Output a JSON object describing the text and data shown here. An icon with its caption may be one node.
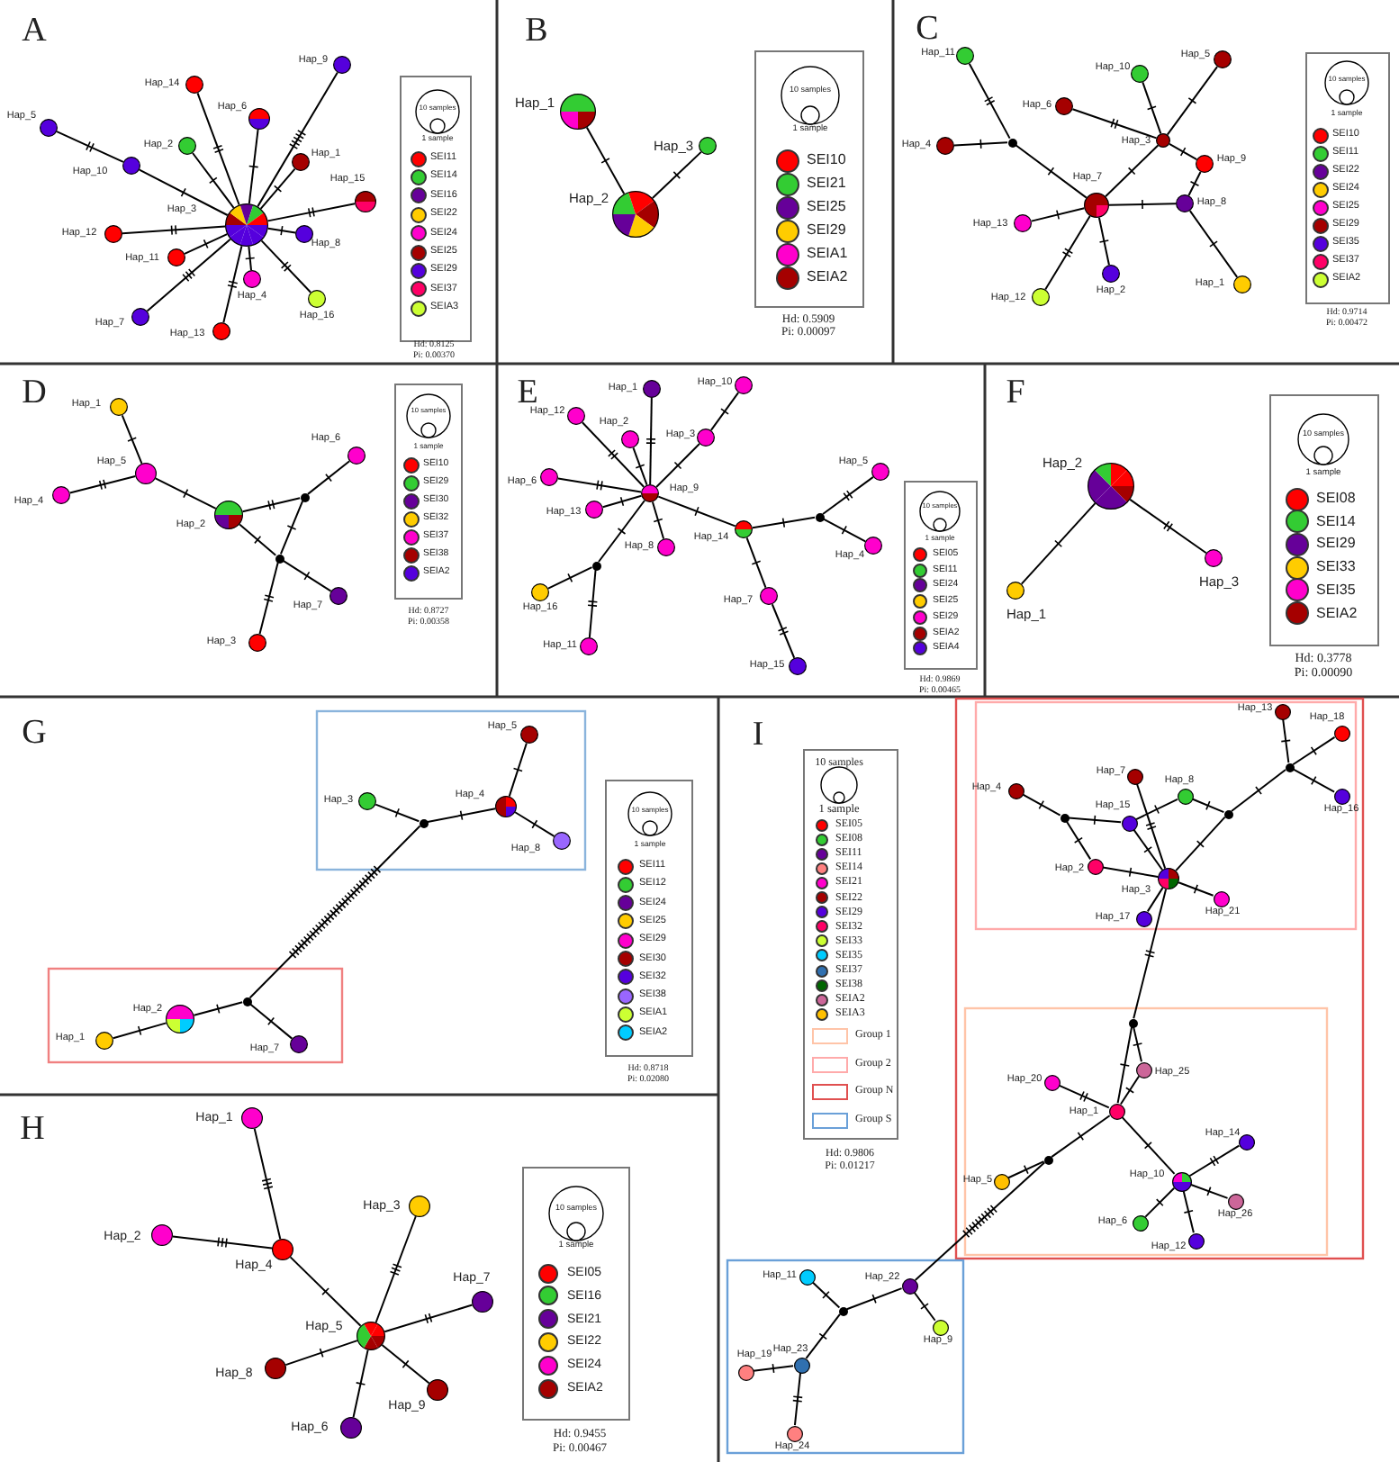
{
  "diagram": {
    "nodes": [
      {
        "text": [
          "Hap_3"
        ]
      },
      {
        "text": [
          "Hap_9"
        ]
      },
      {
        "text": [
          "Hap_14"
        ]
      },
      {
        "text": [
          "Hap_6"
        ]
      },
      {
        "text": [
          "Hap_5"
        ]
      },
      {
        "text": [
          "Hap_10"
        ]
      },
      {
        "text": [
          "Hap_2"
        ]
      },
      {
        "text": [
          "Hap_1"
        ]
      },
      {
        "text": [
          "Hap_15"
        ]
      },
      {
        "text": [
          "Hap_12"
        ]
      },
      {
        "text": [
          "Hap_8"
        ]
      },
      {
        "text": [
          "Hap_11"
        ]
      },
      {
        "text": [
          "Hap_4"
        ]
      },
      {
        "text": [
          "Hap_16"
        ]
      },
      {
        "text": [
          "Hap_7"
        ]
      },
      {
        "text": [
          "Hap_13"
        ]
      },
      {
        "text": [
          "Hap_1"
        ]
      },
      {
        "text": [
          "Hap_2"
        ]
      },
      {
        "text": [
          "Hap_3"
        ]
      },
      {
        "text": [
          "Hap_11"
        ]
      },
      {
        "text": [
          "Hap_5"
        ]
      },
      {
        "text": [
          "Hap_10"
        ]
      },
      {
        "text": [
          "Hap_6"
        ]
      },
      {
        "text": [
          "Hap_3"
        ]
      },
      {
        "text": [],
        "shape": "circle"
      },
      {
        "text": [
          "Hap_4"
        ]
      },
      {
        "text": [
          "Hap_9"
        ]
      },
      {
        "text": [
          "Hap_7"
        ]
      },
      {
        "text": [
          "Hap_8"
        ]
      },
      {
        "text": [
          "Hap_13"
        ]
      },
      {
        "text": [
          "Hap_2"
        ]
      },
      {
        "text": [
          "Hap_12"
        ]
      },
      {
        "text": [
          "Hap_1"
        ]
      },
      {
        "text": [
          "Hap_1"
        ]
      },
      {
        "text": [
          "Hap_6"
        ]
      },
      {
        "text": [
          "Hap_5"
        ]
      },
      {
        "text": [
          "Hap_4"
        ]
      },
      {
        "text": [
          "Hap_2"
        ]
      },
      {
        "text": [],
        "shape": "circle"
      },
      {
        "text": [],
        "shape": "circle"
      },
      {
        "text": [
          "Hap_7"
        ]
      },
      {
        "text": [
          "Hap_3"
        ]
      },
      {
        "text": [
          "Hap_1"
        ]
      },
      {
        "text": [
          "Hap_10"
        ]
      },
      {
        "text": [
          "Hap_12"
        ]
      },
      {
        "text": [
          "Hap_2"
        ]
      },
      {
        "text": [
          "Hap_3"
        ]
      },
      {
        "text": [
          "Hap_5"
        ]
      },
      {
        "text": [
          "Hap_6"
        ]
      },
      {
        "text": [
          "Hap_9"
        ]
      },
      {
        "text": [
          "Hap_13"
        ]
      },
      {
        "text": [],
        "shape": "circle"
      },
      {
        "text": [
          "Hap_14"
        ]
      },
      {
        "text": [
          "Hap_4"
        ]
      },
      {
        "text": [
          "Hap_8"
        ]
      },
      {
        "text": [],
        "shape": "circle"
      },
      {
        "text": [
          "Hap_16"
        ]
      },
      {
        "text": [
          "Hap_7"
        ]
      },
      {
        "text": [
          "Hap_11"
        ]
      },
      {
        "text": [
          "Hap_15"
        ]
      },
      {
        "text": [
          "Hap_2"
        ]
      },
      {
        "text": [
          "Hap_1"
        ]
      },
      {
        "text": [
          "Hap_3"
        ]
      },
      {
        "text": [
          "Hap_5"
        ]
      },
      {
        "text": [
          "Hap_3"
        ]
      },
      {
        "text": [
          "Hap_4"
        ]
      },
      {
        "text": [],
        "shape": "circle"
      },
      {
        "text": [
          "Hap_8"
        ]
      },
      {
        "text": [],
        "shape": "circle"
      },
      {
        "text": [
          "Hap_2"
        ]
      },
      {
        "text": [
          "Hap_1"
        ]
      },
      {
        "text": [
          "Hap_7"
        ]
      },
      {
        "text": [
          "Hap_1"
        ]
      },
      {
        "text": [
          "Hap_3"
        ]
      },
      {
        "text": [
          "Hap_2"
        ]
      },
      {
        "text": [
          "Hap_4"
        ]
      },
      {
        "text": [
          "Hap_7"
        ]
      },
      {
        "text": [
          "Hap_5"
        ]
      },
      {
        "text": [
          "Hap_8"
        ]
      },
      {
        "text": [
          "Hap_9"
        ]
      },
      {
        "text": [
          "Hap_6"
        ]
      },
      {
        "text": [
          "Hap_13"
        ]
      },
      {
        "text": [
          "Hap_18"
        ]
      },
      {
        "text": [],
        "shape": "circle"
      },
      {
        "text": [
          "Hap_7"
        ]
      },
      {
        "text": [
          "Hap_8"
        ]
      },
      {
        "text": [
          "Hap_4"
        ]
      },
      {
        "text": [
          "Hap_16"
        ]
      },
      {
        "text": [],
        "shape": "circle"
      },
      {
        "text": [],
        "shape": "circle"
      },
      {
        "text": [
          "Hap_15"
        ]
      },
      {
        "text": [
          "Hap_2"
        ]
      },
      {
        "text": [
          "Hap_3"
        ]
      },
      {
        "text": [
          "Hap_21"
        ]
      },
      {
        "text": [
          "Hap_17"
        ]
      },
      {
        "text": [],
        "shape": "circle"
      },
      {
        "text": [
          "Hap_25"
        ]
      },
      {
        "text": [
          "Hap_20"
        ]
      },
      {
        "text": [
          "Hap_1"
        ]
      },
      {
        "text": [
          "Hap_14"
        ]
      },
      {
        "text": [],
        "shape": "circle"
      },
      {
        "text": [
          "Hap_5"
        ]
      },
      {
        "text": [
          "Hap_10"
        ]
      },
      {
        "text": [
          "Hap_26"
        ]
      },
      {
        "text": [
          "Hap_6"
        ]
      },
      {
        "text": [
          "Hap_12"
        ]
      },
      {
        "text": [
          "Hap_11"
        ]
      },
      {
        "text": [
          "Hap_22"
        ]
      },
      {
        "text": [],
        "shape": "circle"
      },
      {
        "text": [
          "Hap_9"
        ]
      },
      {
        "text": [
          "Hap_23"
        ]
      },
      {
        "text": [
          "Hap_19"
        ]
      },
      {
        "text": [
          "Hap_24"
        ]
      }
    ],
    "edges": [
      {
        "from": 1,
        "to": 0,
        "arrow": "none"
      },
      {
        "from": 2,
        "to": 0,
        "arrow": "none"
      },
      {
        "from": 3,
        "to": 0,
        "arrow": "none"
      },
      {
        "from": 4,
        "to": 5,
        "arrow": "none"
      },
      {
        "from": 5,
        "to": 0,
        "arrow": "none"
      },
      {
        "from": 6,
        "to": 0,
        "arrow": "none"
      },
      {
        "from": 7,
        "to": 0,
        "arrow": "none"
      },
      {
        "from": 8,
        "to": 0,
        "arrow": "none"
      },
      {
        "from": 9,
        "to": 0,
        "arrow": "none"
      },
      {
        "from": 10,
        "to": 0,
        "arrow": "none"
      },
      {
        "from": 11,
        "to": 0,
        "arrow": "none"
      },
      {
        "from": 12,
        "to": 0,
        "arrow": "none"
      },
      {
        "from": 13,
        "to": 0,
        "arrow": "none"
      },
      {
        "from": 14,
        "to": 0,
        "arrow": "none"
      },
      {
        "from": 15,
        "to": 0,
        "arrow": "none"
      },
      {
        "from": 16,
        "to": 17,
        "arrow": "none"
      },
      {
        "from": 17,
        "to": 18,
        "arrow": "none"
      },
      {
        "from": 19,
        "to": 24,
        "arrow": "none"
      },
      {
        "from": 25,
        "to": 24,
        "arrow": "none"
      },
      {
        "from": 24,
        "to": 27,
        "arrow": "none"
      },
      {
        "from": 22,
        "to": 23,
        "arrow": "none"
      },
      {
        "from": 21,
        "to": 23,
        "arrow": "none"
      },
      {
        "from": 20,
        "to": 23,
        "arrow": "none"
      },
      {
        "from": 23,
        "to": 26,
        "arrow": "none"
      },
      {
        "from": 23,
        "to": 27,
        "arrow": "none"
      },
      {
        "from": 26,
        "to": 28,
        "arrow": "none"
      },
      {
        "from": 27,
        "to": 28,
        "arrow": "none"
      },
      {
        "from": 28,
        "to": 32,
        "arrow": "none"
      },
      {
        "from": 29,
        "to": 27,
        "arrow": "none"
      },
      {
        "from": 30,
        "to": 27,
        "arrow": "none"
      },
      {
        "from": 31,
        "to": 27,
        "arrow": "none"
      },
      {
        "from": 33,
        "to": 35,
        "arrow": "none"
      },
      {
        "from": 36,
        "to": 35,
        "arrow": "none"
      },
      {
        "from": 35,
        "to": 37,
        "arrow": "none"
      },
      {
        "from": 37,
        "to": 38,
        "arrow": "none"
      },
      {
        "from": 38,
        "to": 34,
        "arrow": "none"
      },
      {
        "from": 38,
        "to": 39,
        "arrow": "none"
      },
      {
        "from": 37,
        "to": 39,
        "arrow": "none"
      },
      {
        "from": 39,
        "to": 40,
        "arrow": "none"
      },
      {
        "from": 39,
        "to": 41,
        "arrow": "none"
      },
      {
        "from": 42,
        "to": 49,
        "arrow": "none"
      },
      {
        "from": 43,
        "to": 46,
        "arrow": "none"
      },
      {
        "from": 46,
        "to": 49,
        "arrow": "none"
      },
      {
        "from": 44,
        "to": 49,
        "arrow": "none"
      },
      {
        "from": 45,
        "to": 49,
        "arrow": "none"
      },
      {
        "from": 48,
        "to": 49,
        "arrow": "none"
      },
      {
        "from": 50,
        "to": 49,
        "arrow": "none"
      },
      {
        "from": 54,
        "to": 49,
        "arrow": "none"
      },
      {
        "from": 49,
        "to": 55,
        "arrow": "none"
      },
      {
        "from": 55,
        "to": 56,
        "arrow": "none"
      },
      {
        "from": 55,
        "to": 58,
        "arrow": "none"
      },
      {
        "from": 49,
        "to": 52,
        "arrow": "none"
      },
      {
        "from": 52,
        "to": 51,
        "arrow": "none"
      },
      {
        "from": 51,
        "to": 47,
        "arrow": "none"
      },
      {
        "from": 51,
        "to": 53,
        "arrow": "none"
      },
      {
        "from": 52,
        "to": 57,
        "arrow": "none"
      },
      {
        "from": 57,
        "to": 59,
        "arrow": "none"
      },
      {
        "from": 60,
        "to": 61,
        "arrow": "none"
      },
      {
        "from": 60,
        "to": 62,
        "arrow": "none"
      },
      {
        "from": 63,
        "to": 65,
        "arrow": "none"
      },
      {
        "from": 64,
        "to": 66,
        "arrow": "none"
      },
      {
        "from": 66,
        "to": 65,
        "arrow": "none"
      },
      {
        "from": 65,
        "to": 67,
        "arrow": "none"
      },
      {
        "from": 66,
        "to": 68,
        "arrow": "none"
      },
      {
        "from": 68,
        "to": 69,
        "arrow": "none"
      },
      {
        "from": 69,
        "to": 70,
        "arrow": "none"
      },
      {
        "from": 68,
        "to": 71,
        "arrow": "none"
      },
      {
        "from": 72,
        "to": 75,
        "arrow": "none"
      },
      {
        "from": 74,
        "to": 75,
        "arrow": "none"
      },
      {
        "from": 75,
        "to": 77,
        "arrow": "none"
      },
      {
        "from": 73,
        "to": 77,
        "arrow": "none"
      },
      {
        "from": 76,
        "to": 77,
        "arrow": "none"
      },
      {
        "from": 78,
        "to": 77,
        "arrow": "none"
      },
      {
        "from": 79,
        "to": 77,
        "arrow": "none"
      },
      {
        "from": 80,
        "to": 77,
        "arrow": "none"
      },
      {
        "from": 81,
        "to": 83,
        "arrow": "none"
      },
      {
        "from": 82,
        "to": 83,
        "arrow": "none"
      },
      {
        "from": 87,
        "to": 83,
        "arrow": "none"
      },
      {
        "from": 83,
        "to": 88,
        "arrow": "none"
      },
      {
        "from": 88,
        "to": 85,
        "arrow": "none"
      },
      {
        "from": 88,
        "to": 92,
        "arrow": "none"
      },
      {
        "from": 85,
        "to": 90,
        "arrow": "none"
      },
      {
        "from": 90,
        "to": 89,
        "arrow": "none"
      },
      {
        "from": 86,
        "to": 89,
        "arrow": "none"
      },
      {
        "from": 89,
        "to": 91,
        "arrow": "none"
      },
      {
        "from": 91,
        "to": 92,
        "arrow": "none"
      },
      {
        "from": 90,
        "to": 92,
        "arrow": "none"
      },
      {
        "from": 84,
        "to": 92,
        "arrow": "none"
      },
      {
        "from": 92,
        "to": 93,
        "arrow": "none"
      },
      {
        "from": 92,
        "to": 94,
        "arrow": "none"
      },
      {
        "from": 92,
        "to": 95,
        "arrow": "none"
      },
      {
        "from": 95,
        "to": 98,
        "arrow": "none"
      },
      {
        "from": 95,
        "to": 96,
        "arrow": "none"
      },
      {
        "from": 96,
        "to": 98,
        "arrow": "none"
      },
      {
        "from": 97,
        "to": 98,
        "arrow": "none"
      },
      {
        "from": 98,
        "to": 102,
        "arrow": "none"
      },
      {
        "from": 98,
        "to": 100,
        "arrow": "none"
      },
      {
        "from": 100,
        "to": 101,
        "arrow": "none"
      },
      {
        "from": 100,
        "to": 107,
        "arrow": "none"
      },
      {
        "from": 99,
        "to": 102,
        "arrow": "none"
      },
      {
        "from": 103,
        "to": 102,
        "arrow": "none"
      },
      {
        "from": 104,
        "to": 102,
        "arrow": "none"
      },
      {
        "from": 105,
        "to": 102,
        "arrow": "none"
      },
      {
        "from": 107,
        "to": 108,
        "arrow": "none"
      },
      {
        "from": 107,
        "to": 109,
        "arrow": "none"
      },
      {
        "from": 106,
        "to": 108,
        "arrow": "none"
      },
      {
        "from": 108,
        "to": 110,
        "arrow": "none"
      },
      {
        "from": 110,
        "to": 111,
        "arrow": "none"
      },
      {
        "from": 110,
        "to": 112,
        "arrow": "none"
      }
    ],
    "labels": [
      "A",
      "10 samples",
      "1 sample",
      "Hd: 0.8125",
      "Pi: 0.00370",
      "B",
      "10 samples",
      "1 sample",
      "Hd: 0.5909",
      "Pi: 0.00097",
      "C",
      "10 samples",
      "1 sample",
      "Hd: 0.9714",
      "Pi: 0.00472",
      "D",
      "10 samples",
      "1 sample",
      "Hd: 0.8727",
      "Pi: 0.00358",
      "E",
      "10 samples",
      "1 sample",
      "Hd: 0.9869",
      "Pi: 0.00465",
      "F",
      "10 samples",
      "1 sample",
      "Hd: 0.3778",
      "Pi: 0.00090",
      "G",
      "10 samples",
      "1 sample",
      "Hd: 0.8718",
      "Pi: 0.02080",
      "H",
      "10 samples",
      "1 sample",
      "Hd: 0.9455",
      "Pi: 0.00467",
      "I",
      "10 samples",
      "1 sample",
      "Hd: 0.9806",
      "Pi: 0.01217"
    ],
    "legend": [
      {
        "text": "SEI11",
        "color": "#ff0000"
      },
      {
        "text": "SEI14",
        "color": "#33cc33"
      },
      {
        "text": "SEI16",
        "color": "#660099"
      },
      {
        "text": "SEI22",
        "color": "#ffcc00"
      },
      {
        "text": "SEI24",
        "color": "#ff00cc"
      },
      {
        "text": "SEI25",
        "color": "#a50000"
      },
      {
        "text": "SEI29",
        "color": "#5500dd"
      },
      {
        "text": "SEI37",
        "color": "#ff0066"
      },
      {
        "text": "SEIA3",
        "color": "#ccff33"
      },
      {
        "text": "SEI10",
        "color": "#ff0000"
      },
      {
        "text": "SEI21",
        "color": "#33cc33"
      },
      {
        "text": "SEI25",
        "color": "#660099"
      },
      {
        "text": "SEI29",
        "color": "#ffcc00"
      },
      {
        "text": "SEIA1",
        "color": "#ff00cc"
      },
      {
        "text": "SEIA2",
        "color": "#a50000"
      },
      {
        "text": "SEI10",
        "color": "#ff0000"
      },
      {
        "text": "SEI11",
        "color": "#33cc33"
      },
      {
        "text": "SEI22",
        "color": "#660099"
      },
      {
        "text": "SEI24",
        "color": "#ffcc00"
      },
      {
        "text": "SEI25",
        "color": "#ff00cc"
      },
      {
        "text": "SEI29",
        "color": "#a50000"
      },
      {
        "text": "SEI35",
        "color": "#5500dd"
      },
      {
        "text": "SEI37",
        "color": "#ff0066"
      },
      {
        "text": "SEIA2",
        "color": "#ccff33"
      },
      {
        "text": "SEI10",
        "color": "#ff0000"
      },
      {
        "text": "SEI29",
        "color": "#33cc33"
      },
      {
        "text": "SEI30",
        "color": "#660099"
      },
      {
        "text": "SEI32",
        "color": "#ffcc00"
      },
      {
        "text": "SEI37",
        "color": "#ff00cc"
      },
      {
        "text": "SEI38",
        "color": "#a50000"
      },
      {
        "text": "SEIA2",
        "color": "#5500dd"
      },
      {
        "text": "SEI05",
        "color": "#ff0000"
      },
      {
        "text": "SEI11",
        "color": "#33cc33"
      },
      {
        "text": "SEI24",
        "color": "#660099"
      },
      {
        "text": "SEI25",
        "color": "#ffcc00"
      },
      {
        "text": "SEI29",
        "color": "#ff00cc"
      },
      {
        "text": "SEIA2",
        "color": "#a50000"
      },
      {
        "text": "SEIA4",
        "color": "#5500dd"
      },
      {
        "text": "SEI08",
        "color": "#ff0000"
      },
      {
        "text": "SEI14",
        "color": "#33cc33"
      },
      {
        "text": "SEI29",
        "color": "#660099"
      },
      {
        "text": "SEI33",
        "color": "#ffcc00"
      },
      {
        "text": "SEI35",
        "color": "#ff00cc"
      },
      {
        "text": "SEIA2",
        "color": "#a50000"
      },
      {
        "text": "SEI11",
        "color": "#ff0000"
      },
      {
        "text": "SEI12",
        "color": "#33cc33"
      },
      {
        "text": "SEI24",
        "color": "#660099"
      },
      {
        "text": "SEI25",
        "color": "#ffcc00"
      },
      {
        "text": "SEI29",
        "color": "#ff00cc"
      },
      {
        "text": "SEI30",
        "color": "#a50000"
      },
      {
        "text": "SEI32",
        "color": "#5500dd"
      },
      {
        "text": "SEI38",
        "color": "#9966ff"
      },
      {
        "text": "SEIA1",
        "color": "#ccff33"
      },
      {
        "text": "SEIA2",
        "color": "#00ccff"
      },
      {
        "text": "SEI05",
        "color": "#ff0000"
      },
      {
        "text": "SEI16",
        "color": "#33cc33"
      },
      {
        "text": "SEI21",
        "color": "#660099"
      },
      {
        "text": "SEI22",
        "color": "#ffcc00"
      },
      {
        "text": "SEI24",
        "color": "#ff00cc"
      },
      {
        "text": "SEIA2",
        "color": "#a50000"
      },
      {
        "text": "SEI05",
        "color": "#ff0000"
      },
      {
        "text": "SEI08",
        "color": "#33cc33"
      },
      {
        "text": "SEI11",
        "color": "#660099"
      },
      {
        "text": "SEI14",
        "color": "#ff8080"
      },
      {
        "text": "SEI21",
        "color": "#ff00cc"
      },
      {
        "text": "SEI22",
        "color": "#a50000"
      },
      {
        "text": "SEI29",
        "color": "#5500dd"
      },
      {
        "text": "SEI32",
        "color": "#ff0066"
      },
      {
        "text": "SEI33",
        "color": "#ccff33"
      },
      {
        "text": "SEI35",
        "color": "#00ccff"
      },
      {
        "text": "SEI37",
        "color": "#3070b0"
      },
      {
        "text": "SEI38",
        "color": "#006600"
      },
      {
        "text": "SEIA2",
        "color": "#cc6699"
      },
      {
        "text": "SEIA3",
        "color": "#ffc000"
      },
      {
        "text": "Group 1"
      },
      {
        "text": "Group 2"
      },
      {
        "text": "Group N"
      },
      {
        "text": "Group S"
      }
    ]
  }
}
